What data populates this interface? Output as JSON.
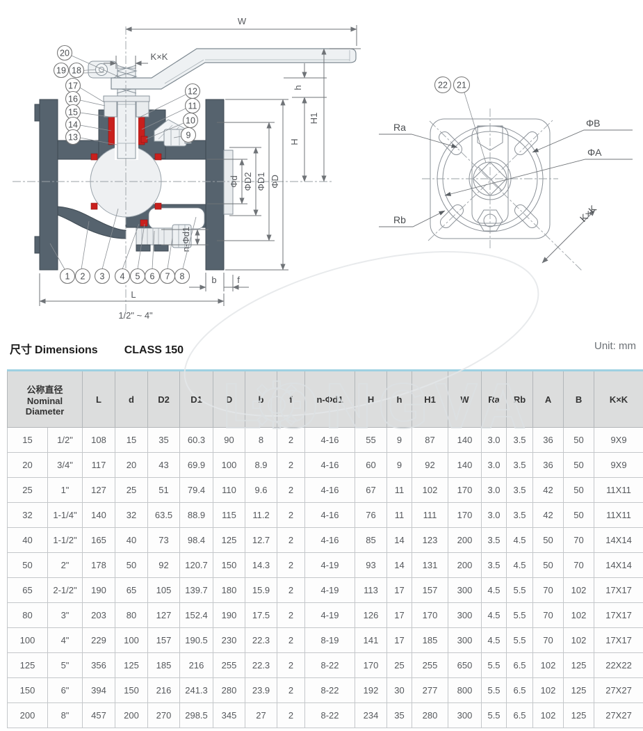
{
  "header": {
    "title_zh": "尺寸",
    "title_en": "Dimensions",
    "class_label": "CLASS 150",
    "unit_label": "Unit: mm"
  },
  "watermark": {
    "brand": "LONGVA"
  },
  "front_view": {
    "dims": {
      "W": "W",
      "KxK": "K×K",
      "h": "h",
      "H1": "H1",
      "H": "H",
      "phi_d": "Φd",
      "phi_D2": "ΦD2",
      "phi_D1": "ΦD1",
      "phi_D": "ΦD",
      "n_phi_d1": "n-Φd1",
      "b": "b",
      "f": "f",
      "L": "L",
      "size_range": "1/2\" ~ 4\""
    },
    "callouts": {
      "c1": "1",
      "c2": "2",
      "c3": "3",
      "c4": "4",
      "c5": "5",
      "c6": "6",
      "c7": "7",
      "c8": "8",
      "c9": "9",
      "c10": "10",
      "c11": "11",
      "c12": "12",
      "c13": "13",
      "c14": "14",
      "c15": "15",
      "c16": "16",
      "c17": "17",
      "c18": "18",
      "c19": "19",
      "c20": "20"
    }
  },
  "side_view": {
    "labels": {
      "Ra": "Ra",
      "Rb": "Rb",
      "phi_B": "ΦB",
      "phi_A": "ΦA",
      "KxK": "K×K"
    },
    "callouts": {
      "c21": "21",
      "c22": "22"
    }
  },
  "table": {
    "header": [
      {
        "label": "公称直径\nNominal\nDiameter",
        "colspan": 2
      },
      {
        "label": "L"
      },
      {
        "label": "d"
      },
      {
        "label": "D2"
      },
      {
        "label": "D1"
      },
      {
        "label": "D"
      },
      {
        "label": "b"
      },
      {
        "label": "f"
      },
      {
        "label": "n-Φd1"
      },
      {
        "label": "H"
      },
      {
        "label": "h"
      },
      {
        "label": "H1"
      },
      {
        "label": "W"
      },
      {
        "label": "Ra"
      },
      {
        "label": "Rb"
      },
      {
        "label": "A"
      },
      {
        "label": "B"
      },
      {
        "label": "K×K"
      }
    ],
    "rows": [
      [
        "15",
        "1/2\"",
        "108",
        "15",
        "35",
        "60.3",
        "90",
        "8",
        "2",
        "4-16",
        "55",
        "9",
        "87",
        "140",
        "3.0",
        "3.5",
        "36",
        "50",
        "9X9"
      ],
      [
        "20",
        "3/4\"",
        "117",
        "20",
        "43",
        "69.9",
        "100",
        "8.9",
        "2",
        "4-16",
        "60",
        "9",
        "92",
        "140",
        "3.0",
        "3.5",
        "36",
        "50",
        "9X9"
      ],
      [
        "25",
        "1\"",
        "127",
        "25",
        "51",
        "79.4",
        "110",
        "9.6",
        "2",
        "4-16",
        "67",
        "11",
        "102",
        "170",
        "3.0",
        "3.5",
        "42",
        "50",
        "11X11"
      ],
      [
        "32",
        "1-1/4\"",
        "140",
        "32",
        "63.5",
        "88.9",
        "115",
        "11.2",
        "2",
        "4-16",
        "76",
        "11",
        "111",
        "170",
        "3.0",
        "3.5",
        "42",
        "50",
        "11X11"
      ],
      [
        "40",
        "1-1/2\"",
        "165",
        "40",
        "73",
        "98.4",
        "125",
        "12.7",
        "2",
        "4-16",
        "85",
        "14",
        "123",
        "200",
        "3.5",
        "4.5",
        "50",
        "70",
        "14X14"
      ],
      [
        "50",
        "2\"",
        "178",
        "50",
        "92",
        "120.7",
        "150",
        "14.3",
        "2",
        "4-19",
        "93",
        "14",
        "131",
        "200",
        "3.5",
        "4.5",
        "50",
        "70",
        "14X14"
      ],
      [
        "65",
        "2-1/2\"",
        "190",
        "65",
        "105",
        "139.7",
        "180",
        "15.9",
        "2",
        "4-19",
        "113",
        "17",
        "157",
        "300",
        "4.5",
        "5.5",
        "70",
        "102",
        "17X17"
      ],
      [
        "80",
        "3\"",
        "203",
        "80",
        "127",
        "152.4",
        "190",
        "17.5",
        "2",
        "4-19",
        "126",
        "17",
        "170",
        "300",
        "4.5",
        "5.5",
        "70",
        "102",
        "17X17"
      ],
      [
        "100",
        "4\"",
        "229",
        "100",
        "157",
        "190.5",
        "230",
        "22.3",
        "2",
        "8-19",
        "141",
        "17",
        "185",
        "300",
        "4.5",
        "5.5",
        "70",
        "102",
        "17X17"
      ],
      [
        "125",
        "5\"",
        "356",
        "125",
        "185",
        "216",
        "255",
        "22.3",
        "2",
        "8-22",
        "170",
        "25",
        "255",
        "650",
        "5.5",
        "6.5",
        "102",
        "125",
        "22X22"
      ],
      [
        "150",
        "6\"",
        "394",
        "150",
        "216",
        "241.3",
        "280",
        "23.9",
        "2",
        "8-22",
        "192",
        "30",
        "277",
        "800",
        "5.5",
        "6.5",
        "102",
        "125",
        "27X27"
      ],
      [
        "200",
        "8\"",
        "457",
        "200",
        "270",
        "298.5",
        "345",
        "27",
        "2",
        "8-22",
        "234",
        "35",
        "280",
        "300",
        "5.5",
        "6.5",
        "102",
        "125",
        "27X27"
      ]
    ]
  }
}
